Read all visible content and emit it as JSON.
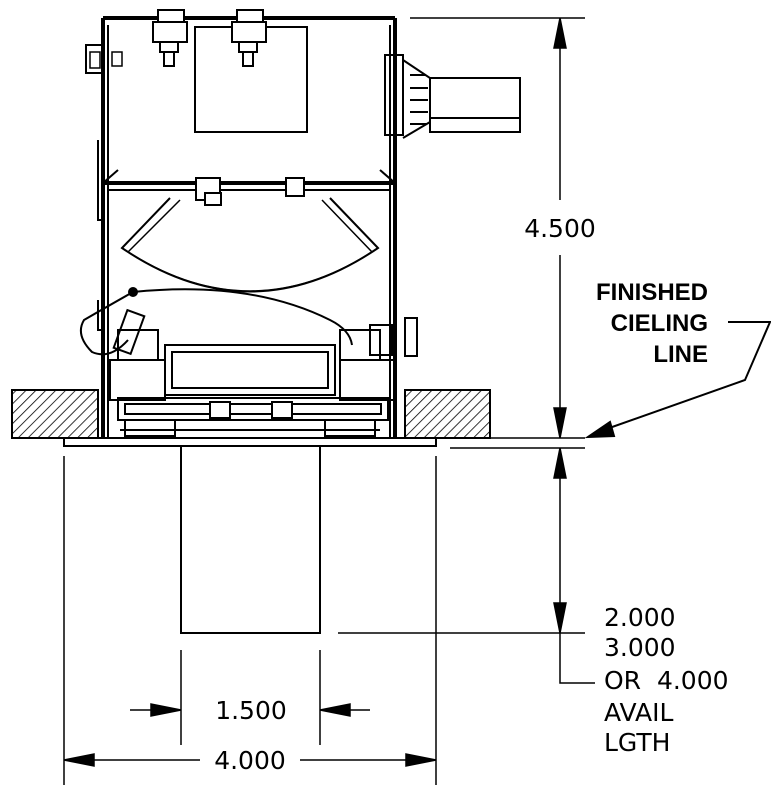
{
  "dimensions": {
    "height_above_ceiling": "4.500",
    "trim_height_option_1": "2.000",
    "trim_height_option_2": "3.000",
    "trim_height_option_3": "OR  4.000",
    "avail_line_1": "AVAIL",
    "avail_line_2": "LGTH",
    "aperture_width": "1.500",
    "trim_width": "4.000"
  },
  "callout": {
    "line1": "FINISHED",
    "line2": "CIELING",
    "line3": "LINE"
  }
}
